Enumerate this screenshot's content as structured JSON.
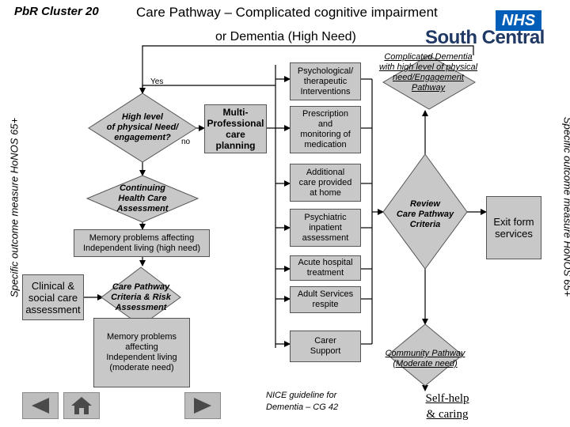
{
  "header": {
    "cluster": "PbR Cluster 20",
    "title_line1": "Care Pathway – Complicated cognitive impairment",
    "title_line2": "or Dementia (High Need)",
    "logo_badge": "NHS",
    "logo_region": "South Central"
  },
  "side_labels": {
    "left": "Specific outcome measure HoNOS 65+",
    "right": "Specific outcome measure HoNOS 65+"
  },
  "nodes": {
    "clinical_assessment": "Clinical &\nsocial care\nassessment",
    "memory_high": "Memory problems affecting\nIndependent living (high need)",
    "memory_moderate": "Memory problems\naffecting\nIndependent living\n(moderate need)",
    "care_pathway_criteria": "Care Pathway\nCriteria & Risk\nAssessment",
    "continuing_care": "Continuing\nHealth Care\nAssessment",
    "high_level_decision": "High level\nof physical Need/\nengagement?",
    "multi_professional": "Multi-\nProfessional\ncare\nplanning",
    "psychological": "Psychological/\ntherapeutic\nInterventions",
    "prescription": "Prescription\nand\nmonitoring of\nmedication",
    "additional_care": "Additional\ncare provided\nat home",
    "psychiatric_inpatient": "Psychiatric\ninpatient\nassessment",
    "acute_hospital": "Acute hospital\ntreatment",
    "adult_services": "Adult Services\nrespite",
    "carer_support": "Carer\nSupport",
    "complicated_pathway": "Complicated Dementia\nwith high level of\nphysical\nneed/Engagement\nPathway",
    "review_criteria": "Review\nCare Pathway\nCriteria",
    "community_pathway": "Community\nPathway\n(Moderate need)",
    "exit_services": "Exit form\nservices"
  },
  "edge_labels": {
    "yes": "Yes",
    "no": "no"
  },
  "footer": {
    "nice_guideline": "NICE guideline  for\nDementia    – CG 42",
    "self_help_line1": "Self-help",
    "self_help_line2": "& caring"
  },
  "colors": {
    "box_fill": "#c8c8c8",
    "nhs_blue": "#005eb8",
    "logo_text": "#1f3864"
  },
  "icons": [
    "back-arrow-icon",
    "home-icon",
    "forward-arrow-icon"
  ]
}
